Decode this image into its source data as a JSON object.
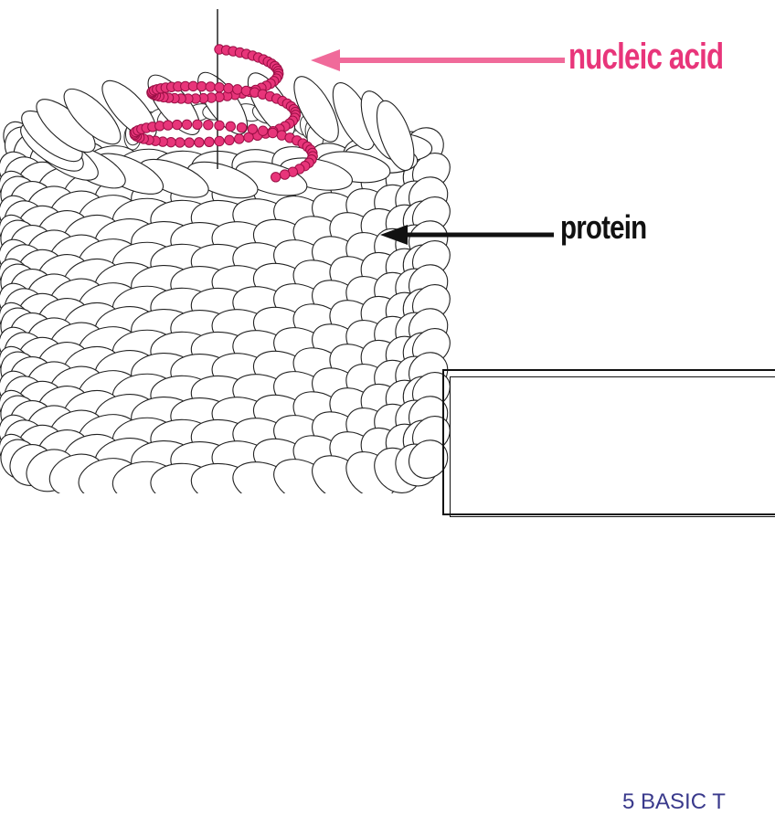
{
  "labels": {
    "nucleic_acid": "nucleic acid",
    "protein": "protein"
  },
  "info_box": {
    "title": "5 BASIC T"
  },
  "colors": {
    "nucleic_acid": "#e8357a",
    "nucleic_acid_dark": "#9a0f45",
    "protein_arrow": "#111111",
    "nucleic_arrow": "#f06a9a",
    "info_text": "#3a3a8c",
    "outline": "#222222"
  }
}
